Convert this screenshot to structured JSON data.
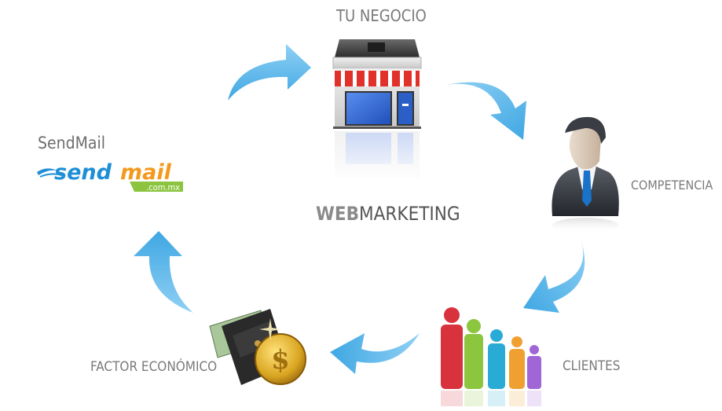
{
  "diagram": {
    "title": {
      "bold_part": "WEB",
      "regular_part": "MARKETING"
    },
    "nodes": [
      {
        "id": "negocio",
        "label": "TU NEGOCIO",
        "icon": "storefront-icon"
      },
      {
        "id": "competencia",
        "label": "COMPETENCIA",
        "icon": "businessman-icon"
      },
      {
        "id": "clientes",
        "label": "CLIENTES",
        "icon": "people-group-icon"
      },
      {
        "id": "economico",
        "label": "FACTOR ECONÓMICO",
        "icon": "wallet-coin-icon"
      },
      {
        "id": "sendmail",
        "label": "SendMail",
        "icon": "sendmail-logo"
      }
    ],
    "flow": [
      "SendMail → TU NEGOCIO",
      "TU NEGOCIO → COMPETENCIA",
      "COMPETENCIA → CLIENTES",
      "CLIENTES → FACTOR ECONÓMICO",
      "FACTOR ECONÓMICO → SendMail"
    ],
    "logo": {
      "word_blue": "send",
      "word_orange": "mail",
      "domain": ".com.mx"
    },
    "colors": {
      "arrow": "#3fa7e3",
      "arrow_light": "#8fd0f4",
      "label_text": "#7a7a7a",
      "logo_blue": "#1e8fd6",
      "logo_orange": "#f39a1e",
      "logo_green": "#8cc43f",
      "awning_red": "#e0322a",
      "store_window": "#2b5fc7"
    }
  }
}
